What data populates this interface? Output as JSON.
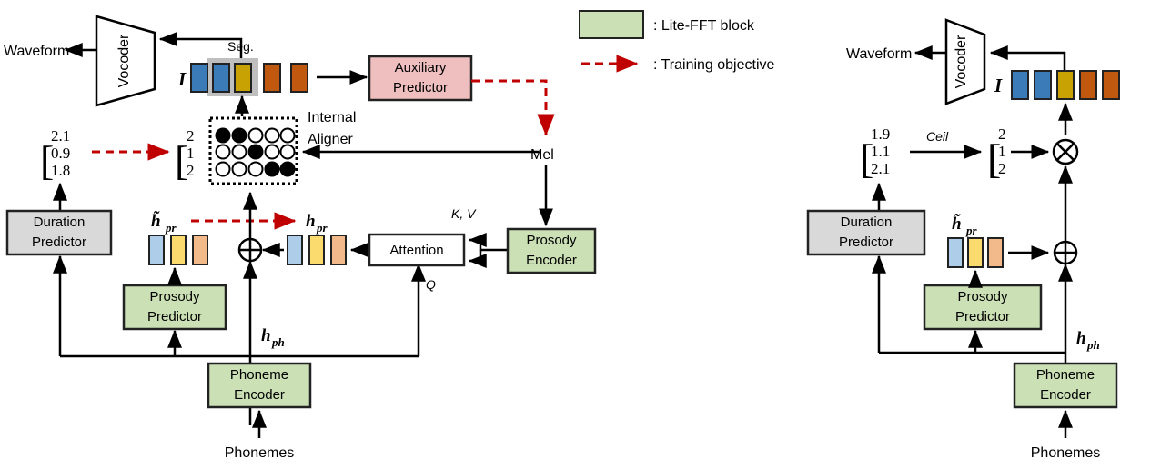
{
  "figure": {
    "title": "Prosody-aware TTS architecture: training (left) and inference (right)",
    "colors": {
      "lite_fft_block": "#CBE0B4",
      "gray_block": "#D9D9D9",
      "aux_block": "#EFBFBF",
      "training_objective": "#C00000",
      "seg_highlight": "#BFBFBF",
      "mel_blue": "#3B7CB8",
      "mel_gold": "#C8A202",
      "mel_orange": "#C0590F",
      "pastel_blue": "#AECDE8",
      "pastel_yellow": "#FBDB6E",
      "pastel_orange": "#F2B98A"
    }
  },
  "legend": {
    "items": [
      {
        "icon": "green-swatch",
        "label": ": Lite-FFT block"
      },
      {
        "icon": "red-dashed-arrow",
        "label": ": Training objective"
      }
    ]
  },
  "left_panel": {
    "name": "training-diagram",
    "nodes": {
      "waveform": "Waveform",
      "vocoder": "Vocoder",
      "seg": "Seg.",
      "I": "I",
      "auxiliary_predictor": [
        "Auxiliary",
        "Predictor"
      ],
      "internal_aligner": [
        "Internal",
        "Aligner"
      ],
      "mel": "Mel",
      "duration_predictor": [
        "Duration",
        "Predictor"
      ],
      "prosody_predictor": [
        "Prosody",
        "Predictor"
      ],
      "prosody_encoder": [
        "Prosody",
        "Encoder"
      ],
      "attention": "Attention",
      "phoneme_encoder": [
        "Phoneme",
        "Encoder"
      ],
      "phonemes": "Phonemes",
      "kv_label": "K, V",
      "q_label": "Q",
      "h_pr_tilde": "h̃",
      "h_pr_tilde_sub": "pr",
      "h_pr": "h",
      "h_pr_sub": "pr",
      "h_ph": "h",
      "h_ph_sub": "ph",
      "plus_op": "⊕"
    },
    "duration_float": [
      "2.1",
      "0.9",
      "1.8"
    ],
    "duration_int": [
      "2",
      "1",
      "2"
    ],
    "alignment_matrix": {
      "rows": 3,
      "cols": 5,
      "cells": [
        [
          1,
          1,
          0,
          0,
          0
        ],
        [
          0,
          0,
          1,
          0,
          0
        ],
        [
          0,
          0,
          0,
          1,
          1
        ]
      ]
    },
    "I_sequence": [
      "blue",
      "blue",
      "gold",
      "orange",
      "orange"
    ],
    "seg_highlight_indices": [
      1,
      2
    ],
    "prosody_blocks": [
      "pastel_blue",
      "pastel_yellow",
      "pastel_orange"
    ]
  },
  "right_panel": {
    "name": "inference-diagram",
    "nodes": {
      "waveform": "Waveform",
      "vocoder": "Vocoder",
      "I": "I",
      "ceil": "Ceil",
      "duration_predictor": [
        "Duration",
        "Predictor"
      ],
      "prosody_predictor": [
        "Prosody",
        "Predictor"
      ],
      "phoneme_encoder": [
        "Phoneme",
        "Encoder"
      ],
      "phonemes": "Phonemes",
      "h_pr_tilde": "h̃",
      "h_pr_tilde_sub": "pr",
      "h_ph": "h",
      "h_ph_sub": "ph",
      "plus_op": "⊕",
      "times_op": "⊗"
    },
    "duration_float": [
      "1.9",
      "1.1",
      "2.1"
    ],
    "duration_int": [
      "2",
      "1",
      "2"
    ],
    "I_sequence": [
      "blue",
      "blue",
      "gold",
      "orange",
      "orange"
    ],
    "prosody_blocks": [
      "pastel_blue",
      "pastel_yellow",
      "pastel_orange"
    ]
  }
}
